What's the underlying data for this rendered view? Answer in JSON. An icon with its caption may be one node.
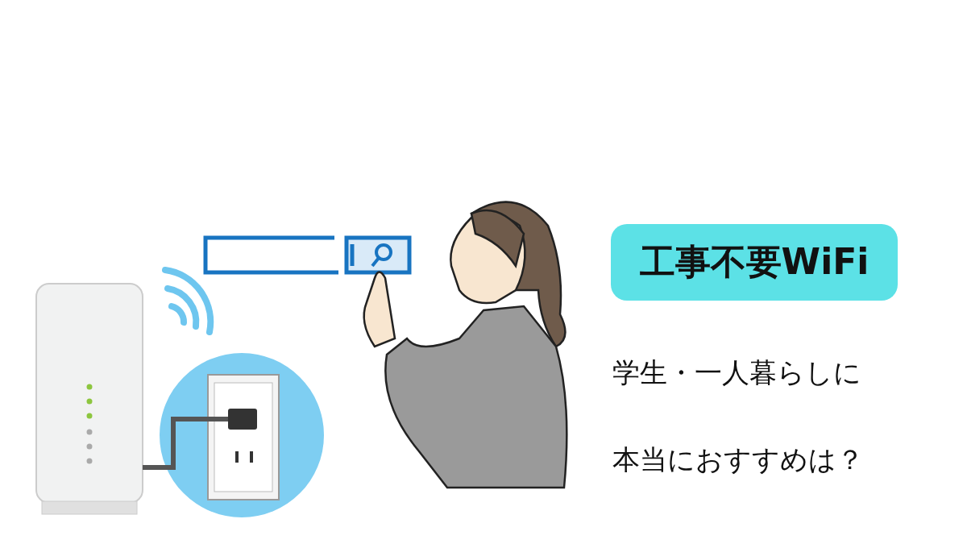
{
  "diagram": {
    "nodes": [
      {
        "text": [
          "工事不要WiFi"
        ]
      }
    ],
    "edges": [],
    "labels": [
      "学生・一人暮らしに",
      "本当におすすめは？"
    ]
  }
}
